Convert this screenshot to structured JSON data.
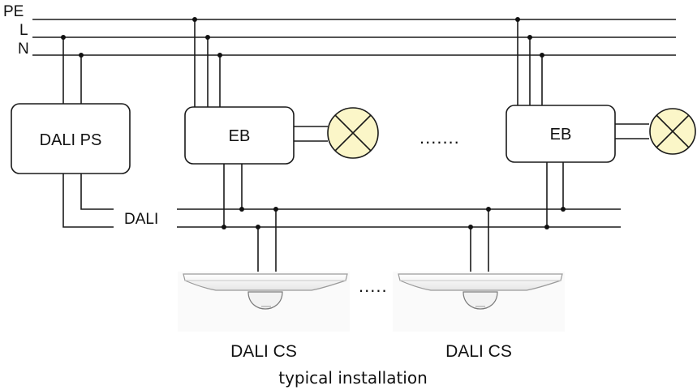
{
  "rails": {
    "pe": "PE",
    "l": "L",
    "n": "N"
  },
  "bus_label": "DALI",
  "devices": {
    "power_supply": "DALI PS",
    "ballast_1": "EB",
    "ballast_2": "EB",
    "sensor_1": "DALI CS",
    "sensor_2": "DALI CS"
  },
  "ellipsis_top": ".......",
  "ellipsis_bottom": ".....",
  "caption": "typical installation",
  "colors": {
    "line": "#1a1a1a",
    "lamp_fill": "#fbf6c8",
    "sensor_body": "#f4f4f4",
    "sensor_shade": "#dcdcdc"
  }
}
